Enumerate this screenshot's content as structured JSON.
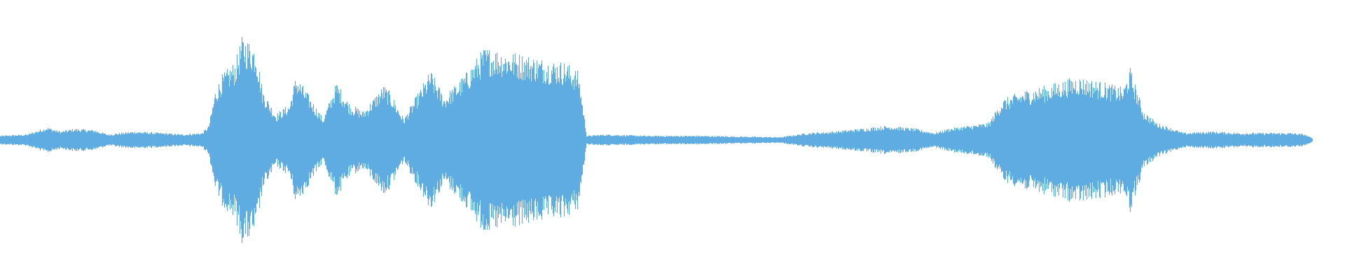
{
  "waveform": {
    "color": "#5eacE1",
    "background": "#ffffff",
    "envelope": [
      [
        0.0,
        0.03
      ],
      [
        0.02,
        0.04
      ],
      [
        0.035,
        0.09
      ],
      [
        0.045,
        0.06
      ],
      [
        0.055,
        0.08
      ],
      [
        0.07,
        0.07
      ],
      [
        0.08,
        0.04
      ],
      [
        0.1,
        0.06
      ],
      [
        0.12,
        0.05
      ],
      [
        0.135,
        0.04
      ],
      [
        0.15,
        0.05
      ],
      [
        0.155,
        0.1
      ],
      [
        0.16,
        0.35
      ],
      [
        0.165,
        0.45
      ],
      [
        0.175,
        0.55
      ],
      [
        0.18,
        0.72
      ],
      [
        0.19,
        0.65
      ],
      [
        0.195,
        0.35
      ],
      [
        0.205,
        0.18
      ],
      [
        0.215,
        0.25
      ],
      [
        0.22,
        0.45
      ],
      [
        0.23,
        0.3
      ],
      [
        0.24,
        0.15
      ],
      [
        0.25,
        0.4
      ],
      [
        0.26,
        0.25
      ],
      [
        0.27,
        0.2
      ],
      [
        0.285,
        0.38
      ],
      [
        0.29,
        0.33
      ],
      [
        0.3,
        0.15
      ],
      [
        0.32,
        0.48
      ],
      [
        0.33,
        0.3
      ],
      [
        0.345,
        0.45
      ],
      [
        0.36,
        0.64
      ],
      [
        0.375,
        0.62
      ],
      [
        0.395,
        0.58
      ],
      [
        0.41,
        0.55
      ],
      [
        0.42,
        0.54
      ],
      [
        0.43,
        0.47
      ],
      [
        0.436,
        0.03
      ],
      [
        0.45,
        0.04
      ],
      [
        0.48,
        0.03
      ],
      [
        0.52,
        0.03
      ],
      [
        0.58,
        0.02
      ],
      [
        0.6,
        0.05
      ],
      [
        0.62,
        0.06
      ],
      [
        0.64,
        0.08
      ],
      [
        0.66,
        0.1
      ],
      [
        0.68,
        0.08
      ],
      [
        0.695,
        0.05
      ],
      [
        0.705,
        0.08
      ],
      [
        0.72,
        0.1
      ],
      [
        0.735,
        0.12
      ],
      [
        0.745,
        0.28
      ],
      [
        0.76,
        0.34
      ],
      [
        0.78,
        0.38
      ],
      [
        0.8,
        0.44
      ],
      [
        0.82,
        0.4
      ],
      [
        0.835,
        0.36
      ],
      [
        0.84,
        0.5
      ],
      [
        0.85,
        0.2
      ],
      [
        0.86,
        0.12
      ],
      [
        0.88,
        0.05
      ],
      [
        0.9,
        0.06
      ],
      [
        0.92,
        0.05
      ],
      [
        0.94,
        0.05
      ],
      [
        0.96,
        0.05
      ],
      [
        0.97,
        0.04
      ],
      [
        0.976,
        0.01
      ]
    ]
  }
}
